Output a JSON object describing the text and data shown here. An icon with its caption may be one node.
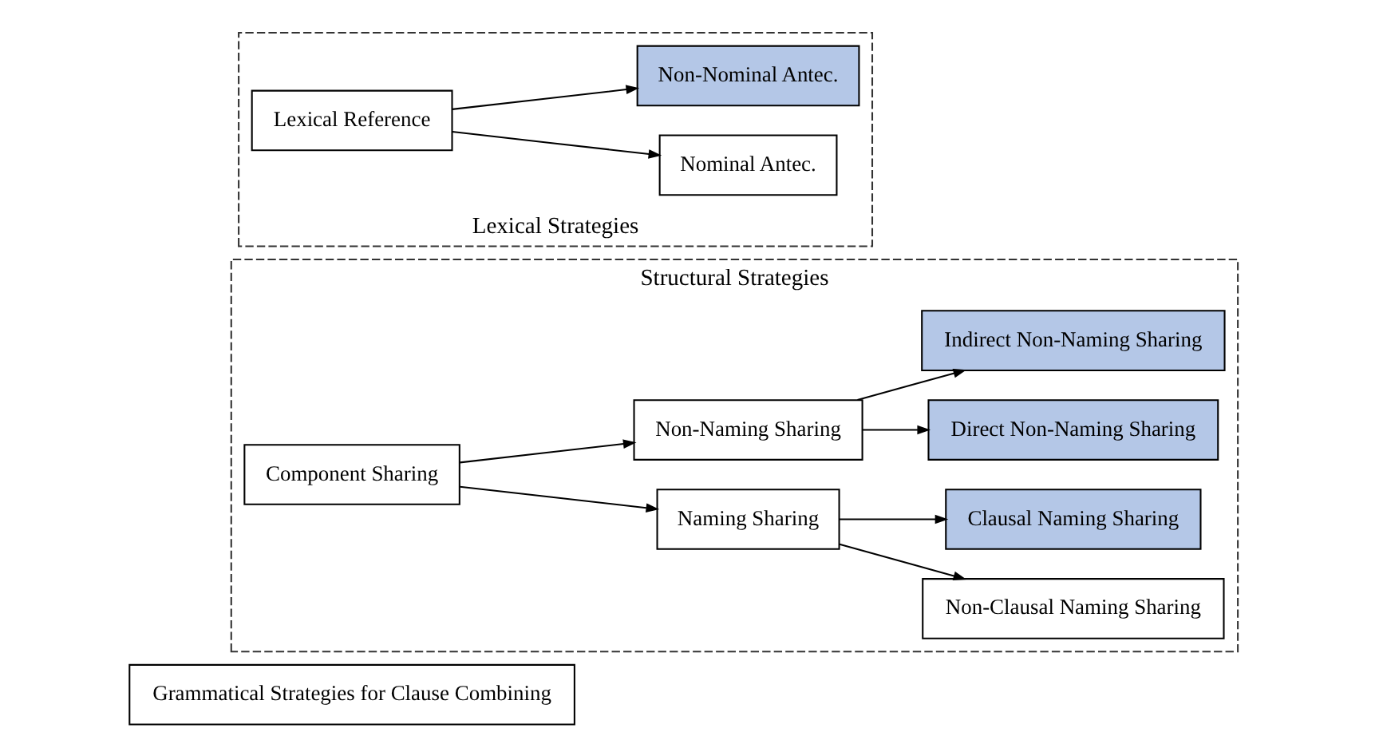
{
  "diagram": {
    "nodes": [
      {
        "text": [
          "Grammatical Strategies for Clause Combining"
        ]
      },
      {
        "text": [
          "Structural Strategies"
        ]
      },
      {
        "text": [
          "Component Sharing"
        ],
        "in": 1
      },
      {
        "text": [
          "Naming Sharing"
        ],
        "in": 1
      },
      {
        "text": [
          "Non-Naming Sharing"
        ],
        "in": 1
      },
      {
        "text": [
          "Non-Clausal Naming Sharing"
        ],
        "in": 1
      },
      {
        "text": [
          "Clausal Naming Sharing"
        ],
        "in": 1
      },
      {
        "text": [
          "Direct Non-Naming Sharing"
        ],
        "in": 1
      },
      {
        "text": [
          "Indirect Non-Naming Sharing"
        ],
        "in": 1
      },
      {
        "text": [
          "Lexical Strategies"
        ]
      },
      {
        "text": [
          "Lexical Reference"
        ],
        "in": 9
      },
      {
        "text": [
          "Nominal Antec."
        ],
        "in": 9
      },
      {
        "text": [
          "Non-Nominal Antec."
        ],
        "in": 9
      }
    ],
    "edges": [
      {
        "from": 2,
        "to": 3,
        "arrow": "to"
      },
      {
        "from": 2,
        "to": 4,
        "arrow": "to"
      },
      {
        "from": 3,
        "to": 5,
        "arrow": "to"
      },
      {
        "from": 3,
        "to": 6,
        "arrow": "to"
      },
      {
        "from": 4,
        "to": 7,
        "arrow": "to"
      },
      {
        "from": 4,
        "to": 8,
        "arrow": "to"
      },
      {
        "from": 10,
        "to": 11,
        "arrow": "to"
      },
      {
        "from": 10,
        "to": 12,
        "arrow": "to"
      }
    ]
  }
}
